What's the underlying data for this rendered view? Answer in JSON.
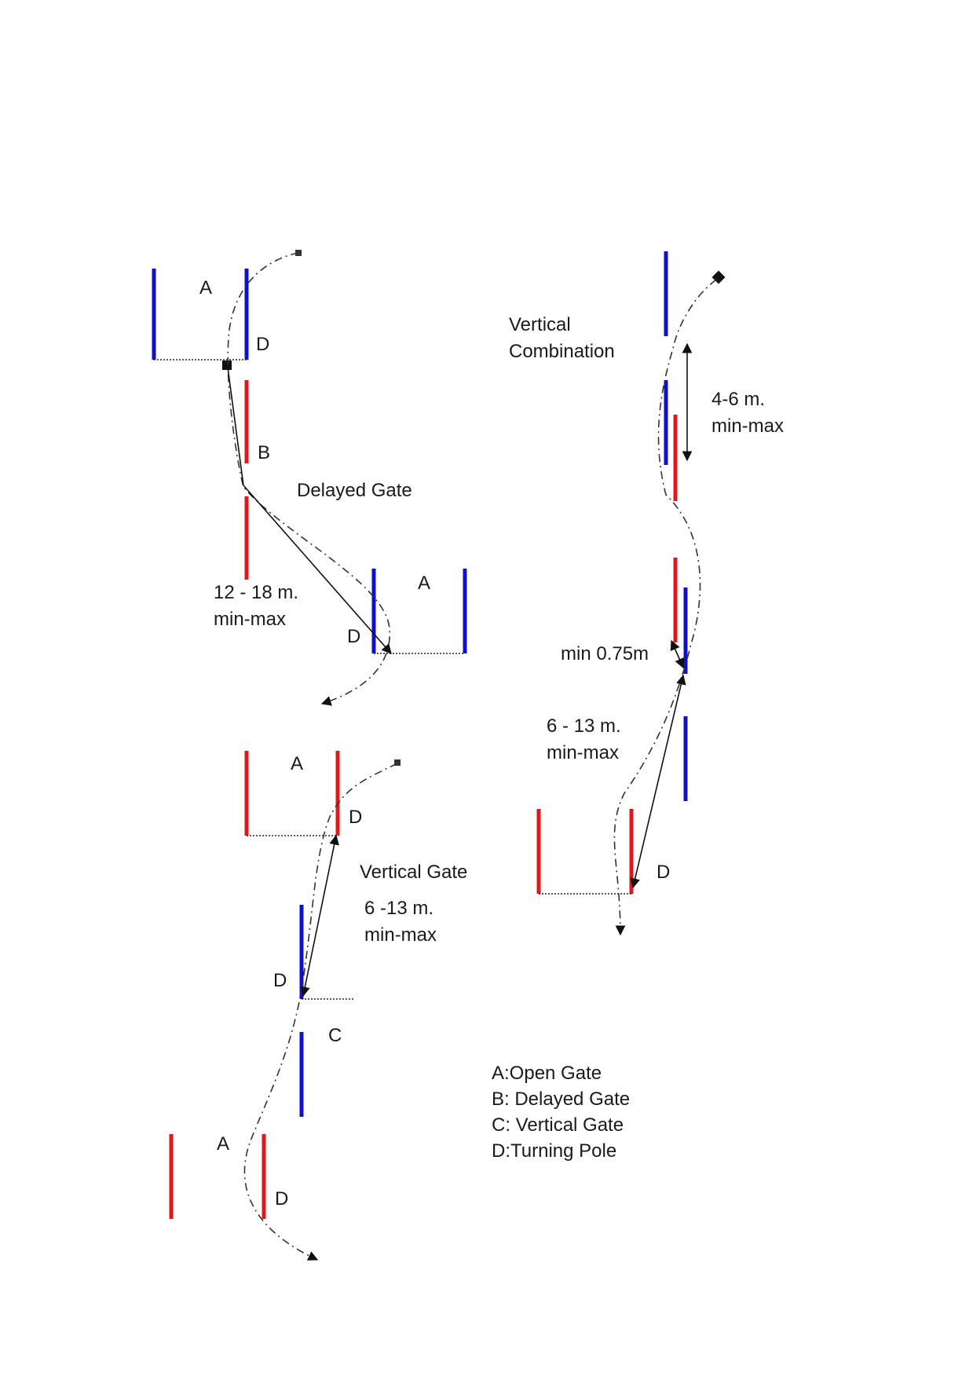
{
  "diagram": {
    "labels": {
      "a1": "A",
      "d1": "D",
      "b1": "B",
      "delayed_gate": "Delayed Gate",
      "dist1_a": "12 - 18 m.",
      "dist1_b": "min-max",
      "d2": "D",
      "a2": "A",
      "vertical_combination_a": "Vertical",
      "vertical_combination_b": "Combination",
      "dist2_a": "4-6 m.",
      "dist2_b": "min-max",
      "min075": "min 0.75m",
      "dist3_a": "6 - 13 m.",
      "dist3_b": "min-max",
      "d3": "D",
      "a3": "A",
      "d4": "D",
      "vertical_gate": "Vertical Gate",
      "dist4_a": "6 -13 m.",
      "dist4_b": "min-max",
      "d5": "D",
      "c1": "C",
      "a4": "A",
      "d6": "D"
    },
    "legend": [
      "A:Open Gate",
      "B: Delayed Gate",
      "C: Vertical Gate",
      "D:Turning Pole"
    ],
    "colors": {
      "blue_pole": "#1010c8",
      "red_pole": "#e01818"
    }
  }
}
